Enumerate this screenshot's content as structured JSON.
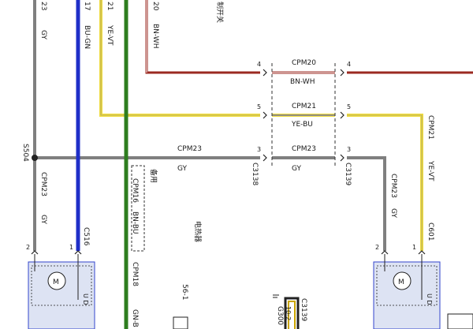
{
  "diagram": {
    "top_left": {
      "w_23": "23",
      "w_gy": "GY",
      "w_17": "17",
      "w_bugn": "BU-GN",
      "w_21": "21",
      "w_yevt": "YE-VT",
      "w_20": "20",
      "w_bnwh": "BN-WH",
      "top_note": "制开关"
    },
    "connectors": {
      "c3138": "C3138",
      "c3139": "C3139",
      "c516": "C516",
      "c601": "C601",
      "s504": "S504",
      "c3139_lower": "C3139",
      "g300": "G300",
      "g300_sub": "10-2"
    },
    "wires": {
      "cpm20": {
        "name": "CPM20",
        "color": "BN-WH",
        "pin_left": "4",
        "pin_right": "4"
      },
      "cpm21": {
        "name": "CPM21",
        "color": "YE-BU",
        "pin_left": "5",
        "pin_right": "5"
      },
      "cpm23_mid": {
        "name": "CPM23",
        "color": "GY",
        "pin_left": "3",
        "pin_right": "3"
      },
      "cpm23_left": {
        "name": "CPM23",
        "color": "GY"
      },
      "cpm23_right": {
        "name": "CPM23",
        "color": "GY"
      },
      "cpm21_right": {
        "name": "CPM21",
        "color": "YE-VT"
      },
      "cpm23_down": {
        "name": "CPM23",
        "color": "GY"
      },
      "cpm16": {
        "name": "CPM16",
        "color": "BN-BU"
      },
      "cpm18": {
        "name": "CPM18",
        "color": "GN-B"
      }
    },
    "labels": {
      "spare": "备用",
      "heater": "电热器",
      "code_56": "56-1",
      "pin_2_left": "2",
      "pin_1_left": "1",
      "pin_2_right": "2",
      "pin_1_right": "1",
      "motor_m": "M",
      "motor_m2": "M",
      "ud": "U D",
      "ud2": "U D"
    },
    "colors": {
      "gray_wire": "#7f7f7f",
      "blue_wire": "#1f2fc8",
      "yellow_wire": "#f0dc3c",
      "green_wire": "#2e7d1f",
      "brown_wire": "#9b2a22",
      "frame_blue": "#3344cc",
      "connector_fill": "#dde3f3"
    }
  }
}
